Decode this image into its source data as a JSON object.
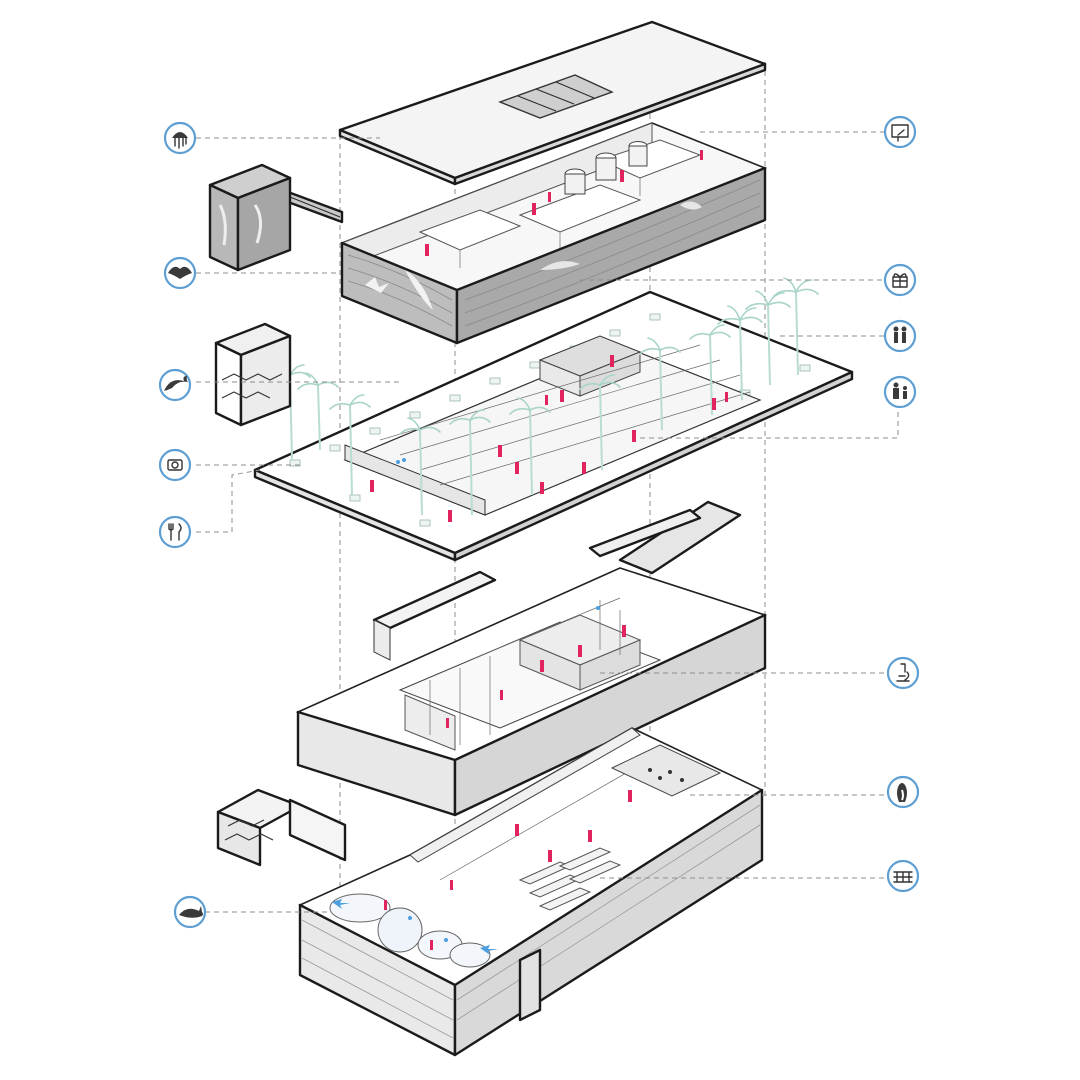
{
  "diagram": {
    "kind": "exploded-axonometric",
    "levels": [
      "roof",
      "upper-floor-gallery",
      "ground-floor-plaza",
      "lower-floor-labs",
      "basement-aquarium"
    ],
    "colors": {
      "line": "#1b1b1b",
      "people": "#e2245e",
      "water_flow": "#4b9fe0",
      "palms": "#b9dcd3",
      "icon_ring": "#5d9ed3",
      "floor": "#ffffff",
      "wall_shade": "#e9e9e9",
      "perforated_facade": "#9a9a9a"
    }
  },
  "icons": {
    "left": [
      "jellyfish-icon",
      "manta-ray-icon",
      "dolphin-icon",
      "camera-icon",
      "cutlery-icon",
      "shark-icon"
    ],
    "right": [
      "presentation-icon",
      "gift-shop-icon",
      "family-icon",
      "visitors-icon",
      "microscope-icon",
      "penguin-icon",
      "auditorium-seating-icon"
    ]
  }
}
